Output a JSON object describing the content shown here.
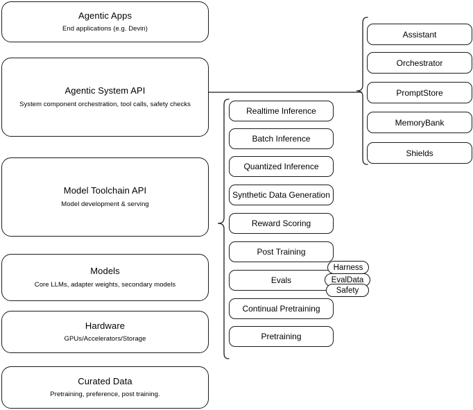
{
  "diagram": {
    "title": "Agentic AI Stack Layers",
    "stroke_color": "#1a1a1a",
    "background_color": "#ffffff"
  },
  "layers": [
    {
      "name": "agentic-apps",
      "title": "Agentic Apps",
      "subtitle": "End applications (e.g. Devin)"
    },
    {
      "name": "agentic-system-api",
      "title": "Agentic System API",
      "subtitle": "System component orchestration, tool calls, safety checks"
    },
    {
      "name": "model-toolchain-api",
      "title": "Model Toolchain API",
      "subtitle": "Model development & serving"
    },
    {
      "name": "models",
      "title": "Models",
      "subtitle": "Core LLMs, adapter weights, secondary models"
    },
    {
      "name": "hardware",
      "title": "Hardware",
      "subtitle": "GPUs/Accelerators/Storage"
    },
    {
      "name": "curated-data",
      "title": "Curated Data",
      "subtitle": "Pretraining, preference, post training."
    }
  ],
  "toolchain_capabilities": [
    {
      "name": "realtime-inference",
      "label": "Realtime Inference"
    },
    {
      "name": "batch-inference",
      "label": "Batch Inference"
    },
    {
      "name": "quantized-inference",
      "label": "Quantized Inference"
    },
    {
      "name": "synthetic-data-generation",
      "label": "Synthetic Data Generation"
    },
    {
      "name": "reward-scoring",
      "label": "Reward Scoring"
    },
    {
      "name": "post-training",
      "label": "Post Training"
    },
    {
      "name": "evals",
      "label": "Evals"
    },
    {
      "name": "continual-pretraining",
      "label": "Continual Pretraining"
    },
    {
      "name": "pretraining",
      "label": "Pretraining"
    }
  ],
  "eval_subcomponents": [
    {
      "name": "harness",
      "label": "Harness"
    },
    {
      "name": "evaldata",
      "label": "EvalData"
    },
    {
      "name": "safety",
      "label": "Safety"
    }
  ],
  "system_components": [
    {
      "name": "assistant",
      "label": "Assistant"
    },
    {
      "name": "orchestrator",
      "label": "Orchestrator"
    },
    {
      "name": "promptstore",
      "label": "PromptStore"
    },
    {
      "name": "memorybank",
      "label": "MemoryBank"
    },
    {
      "name": "shields",
      "label": "Shields"
    }
  ]
}
